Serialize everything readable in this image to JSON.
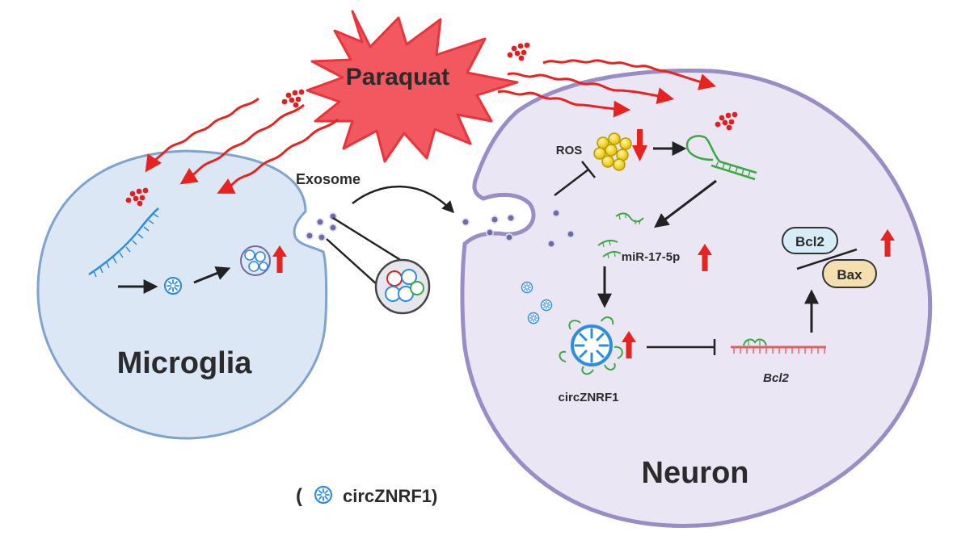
{
  "labels": {
    "stimulus": "Paraquat",
    "exosome": "Exosome",
    "microglia": "Microglia",
    "neuron": "Neuron",
    "ros": "ROS",
    "mirna": "miR-17-5p",
    "circrna": "circZNRF1",
    "gene": "Bcl2",
    "protein_bcl2": "Bcl2",
    "protein_bax": "Bax"
  },
  "legend": {
    "open_paren": "(",
    "text": "circZNRF1)"
  },
  "colors": {
    "microglia_fill": "#dbe7f5",
    "microglia_stroke": "#7fa2cf",
    "neuron_fill": "#ebe6f4",
    "neuron_stroke": "#9a8cc4",
    "paraquat_fill": "#f2585f",
    "paraquat_stroke": "#e8343a",
    "arrow_red": "#e8231f",
    "circrna_blue": "#2f8de0",
    "mirna_green": "#3aa944",
    "exosome_dot": "#6d6aa6",
    "bcl2_fill": "#d6ecf7",
    "bax_fill": "#f3dfb0"
  },
  "icons": [
    "starburst-icon",
    "wavy-arrow-icon",
    "paraquat-dots-icon",
    "mrna-strand-icon",
    "circrna-icon",
    "exosome-vesicle-icon",
    "ros-cluster-icon",
    "hairpin-rna-icon",
    "mirna-icon",
    "up-arrow-icon",
    "down-arrow-icon",
    "inhibition-arrow-icon"
  ]
}
